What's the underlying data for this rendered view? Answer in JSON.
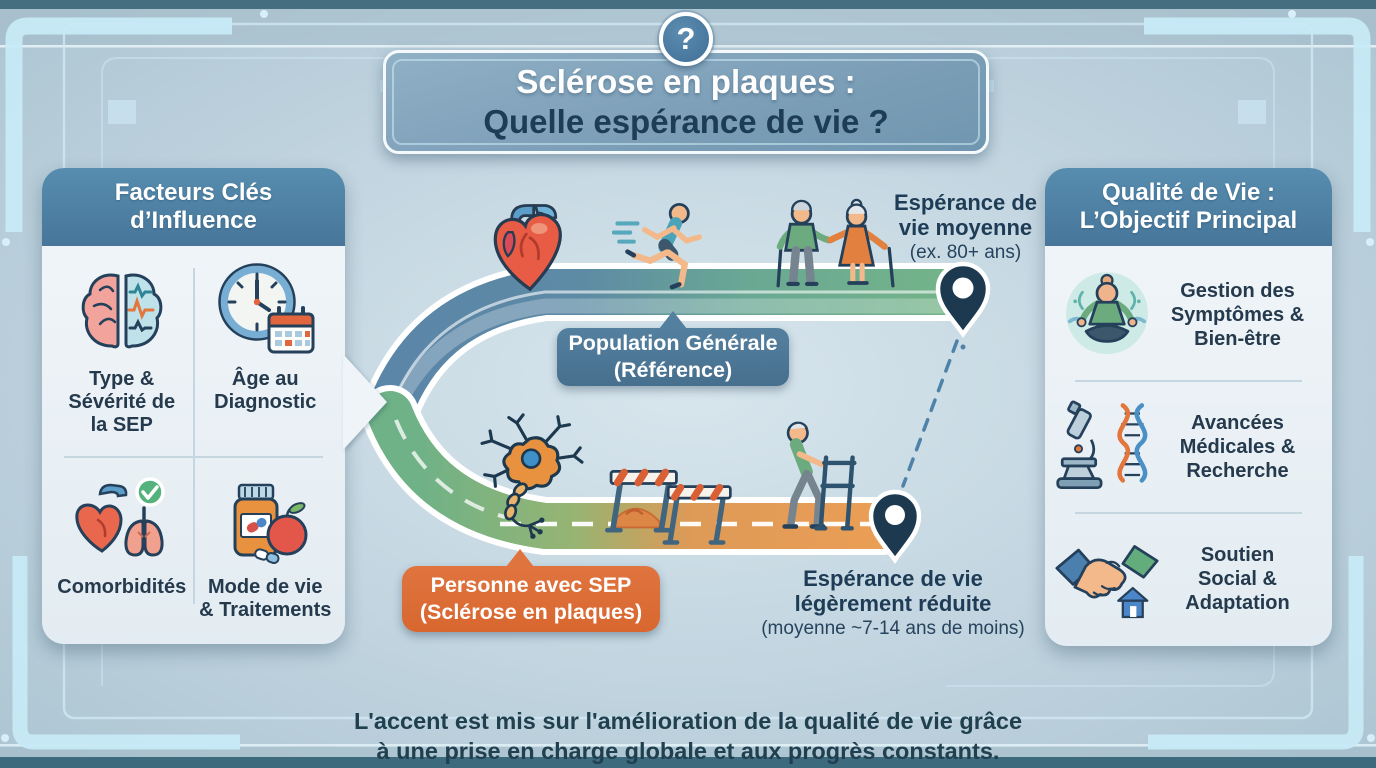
{
  "colors": {
    "background": "#c2d5e0",
    "edge_strip": "#3e6a7e",
    "frame_line": "#d3eaf4",
    "corner_bracket": "#c7eaf7",
    "panel_header_blue": "#4b7c9e",
    "panel_body": "#edf3f7",
    "navy_text": "#1e3c55",
    "title_box_blue": "#7d9fb8",
    "bubble_blue": "#4e7a99",
    "bubble_orange": "#e0743f",
    "road_blue": "#5b86a8",
    "road_green": "#6fb287",
    "road_orange": "#ea9d52",
    "pin_navy": "#1d3950",
    "dashed_connector": "#4e82a8"
  },
  "title": {
    "badge": "?",
    "line1": "Sclérose en plaques :",
    "line2": "Quelle espérance de vie ?"
  },
  "left_panel": {
    "title": "Facteurs Clés\nd’Influence",
    "items": [
      {
        "icon": "brain-icon",
        "label": "Type &\nSévérité de\nla SEP"
      },
      {
        "icon": "clock-calendar-icon",
        "label": "Âge au\nDiagnostic"
      },
      {
        "icon": "heart-lungs-check-icon",
        "label": "Comorbidités"
      },
      {
        "icon": "pill-bottle-apple-icon",
        "label": "Mode de vie\n& Traitements"
      }
    ]
  },
  "right_panel": {
    "title": "Qualité de Vie :\nL’Objectif Principal",
    "items": [
      {
        "icon": "meditation-icon",
        "label": "Gestion des\nSymptômes &\nBien-être"
      },
      {
        "icon": "microscope-dna-icon",
        "label": "Avancées\nMédicales &\nRecherche"
      },
      {
        "icon": "handshake-house-icon",
        "label": "Soutien\nSocial &\nAdaptation"
      }
    ]
  },
  "center": {
    "general_path_label": "Population Générale\n(Référence)",
    "sep_path_label": "Personne avec SEP\n(Sclérose en plaques)",
    "general_annotation": "Espérance de\nvie moyenne",
    "general_annotation_sub": "(ex. 80+ ans)",
    "sep_annotation": "Espérance de vie\nlégèrement réduite",
    "sep_annotation_sub": "(moyenne ~7-14 ans de moins)",
    "icons": [
      "heart-icon",
      "runner-icon",
      "elderly-couple-icon",
      "map-pin-icon",
      "neuron-icon",
      "hurdles-icon",
      "walker-person-icon",
      "map-pin-icon"
    ]
  },
  "footer": {
    "text": "L'accent est mis sur l'amélioration de la qualité de vie grâce\nà une prise en charge globale et aux progrès constants."
  }
}
